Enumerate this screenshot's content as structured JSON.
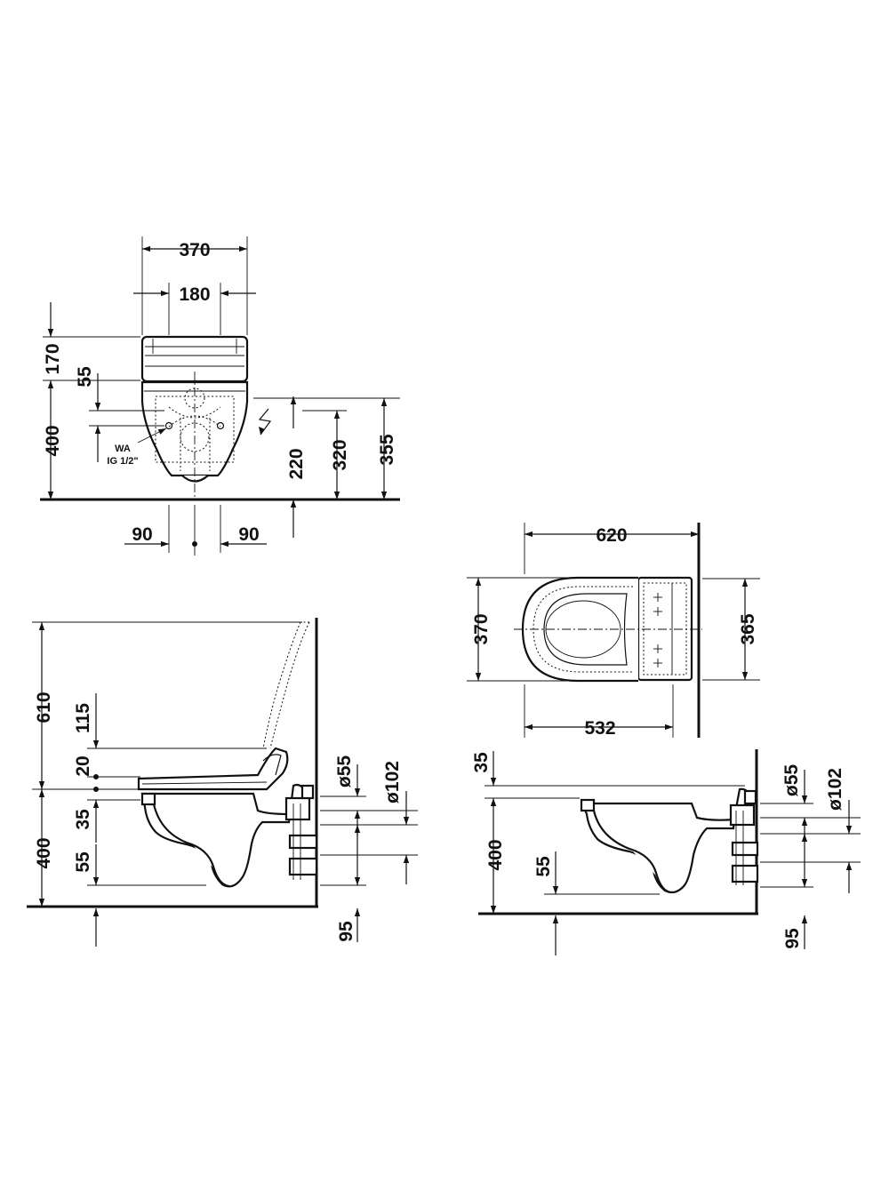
{
  "front_view": {
    "overall_width": "370",
    "inner_width": "180",
    "seat_height": "170",
    "rim_offset": "55",
    "floor_to_rim": "400",
    "water_label_1": "WA",
    "water_label_2": "IG 1/2\"",
    "electric_height": "220",
    "connection_height": "320",
    "top_height": "355",
    "left_offset": "90",
    "right_offset": "90"
  },
  "plan_view": {
    "overall_length": "620",
    "seat_length": "532",
    "overall_width": "370",
    "tank_width": "365"
  },
  "side_view_seat": {
    "lid_open_height": "610",
    "seat_gap": "115",
    "seat_thickness": "20",
    "rim_thickness": "35",
    "floor_to_rim": "400",
    "bowl_depth": "55",
    "supply_diameter": "ø55",
    "outlet_diameter": "ø102",
    "outlet_height": "95"
  },
  "side_view_plain": {
    "top_gap": "35",
    "floor_to_rim": "400",
    "bowl_depth": "55",
    "supply_diameter": "ø55",
    "outlet_diameter": "ø102",
    "outlet_height": "95"
  }
}
